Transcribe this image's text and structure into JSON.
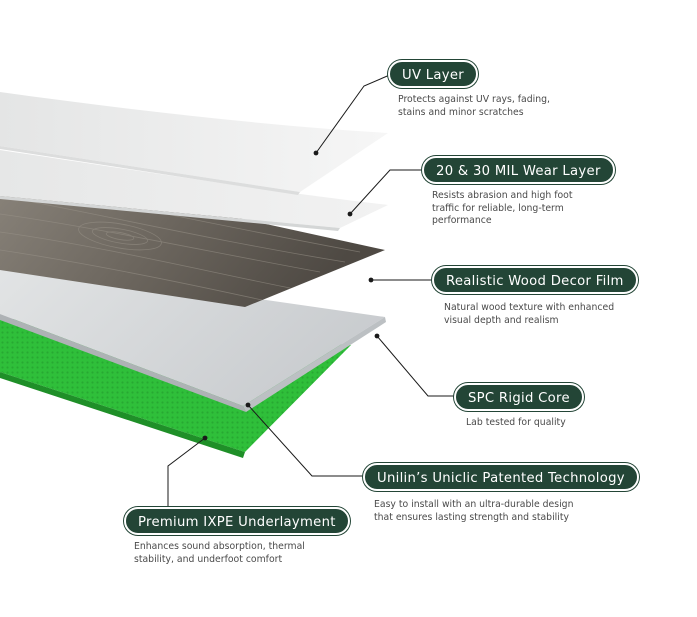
{
  "layers": [
    {
      "title": "UV Layer",
      "description": "Protects against UV rays, fading,\nstains and minor scratches"
    },
    {
      "title": "20 & 30 MIL Wear Layer",
      "description": "Resists abrasion and high foot\ntraffic for reliable, long-term\nperformance"
    },
    {
      "title": "Realistic Wood Decor Film",
      "description": "Natural wood texture with enhanced\nvisual depth and realism"
    },
    {
      "title": "SPC Rigid Core",
      "description": "Lab tested for quality"
    },
    {
      "title": "Unilin’s Uniclic Patented Technology",
      "description": "Easy to install with an ultra-durable design\nthat ensures lasting strength and stability"
    },
    {
      "title": "Premium IXPE Underlayment",
      "description": "Enhances sound absorption, thermal\nstability, and underfoot comfort"
    }
  ],
  "colors": {
    "label_background": "#234536",
    "underlayment": "#2fbf3a",
    "wood": "#6e6860",
    "core": "#d3d6d8",
    "wear_layer": "#e9eaea",
    "uv_layer": "#f0f0f0"
  }
}
